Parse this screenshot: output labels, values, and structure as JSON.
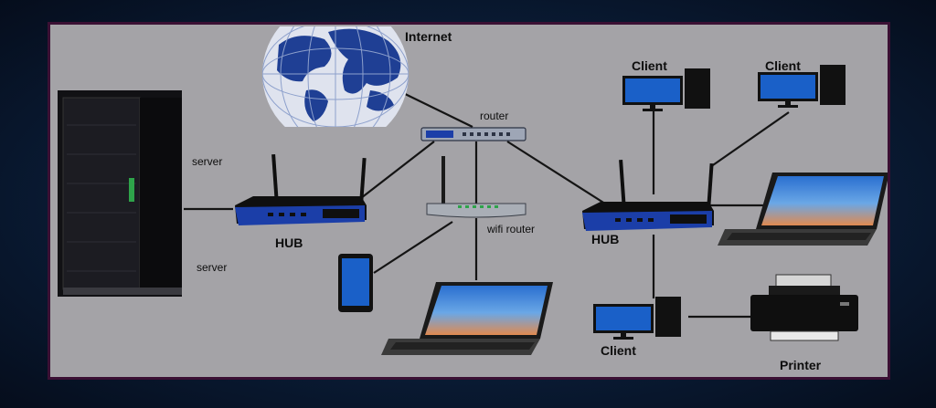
{
  "labels": {
    "internet": "Internet",
    "router": "router",
    "server_top": "server",
    "server_bottom": "server",
    "hub_left": "HUB",
    "hub_right": "HUB",
    "wifi_router": "wifi router",
    "client_top_left": "Client",
    "client_top_right": "Client",
    "client_bottom": "Client",
    "printer": "Printer"
  },
  "icons": {
    "globe": "globe-icon",
    "server": "server-rack-icon",
    "router": "router-icon",
    "hub": "wireless-hub-icon",
    "monitor": "desktop-monitor-icon",
    "tower": "pc-tower-icon",
    "laptop": "laptop-icon",
    "tablet": "tablet-icon",
    "printer": "printer-icon"
  },
  "colors": {
    "panel": "#a4a3a7",
    "device_blue": "#1b3ea8",
    "screen_blue": "#1a60c8",
    "dark": "#121212",
    "line": "#141414"
  }
}
